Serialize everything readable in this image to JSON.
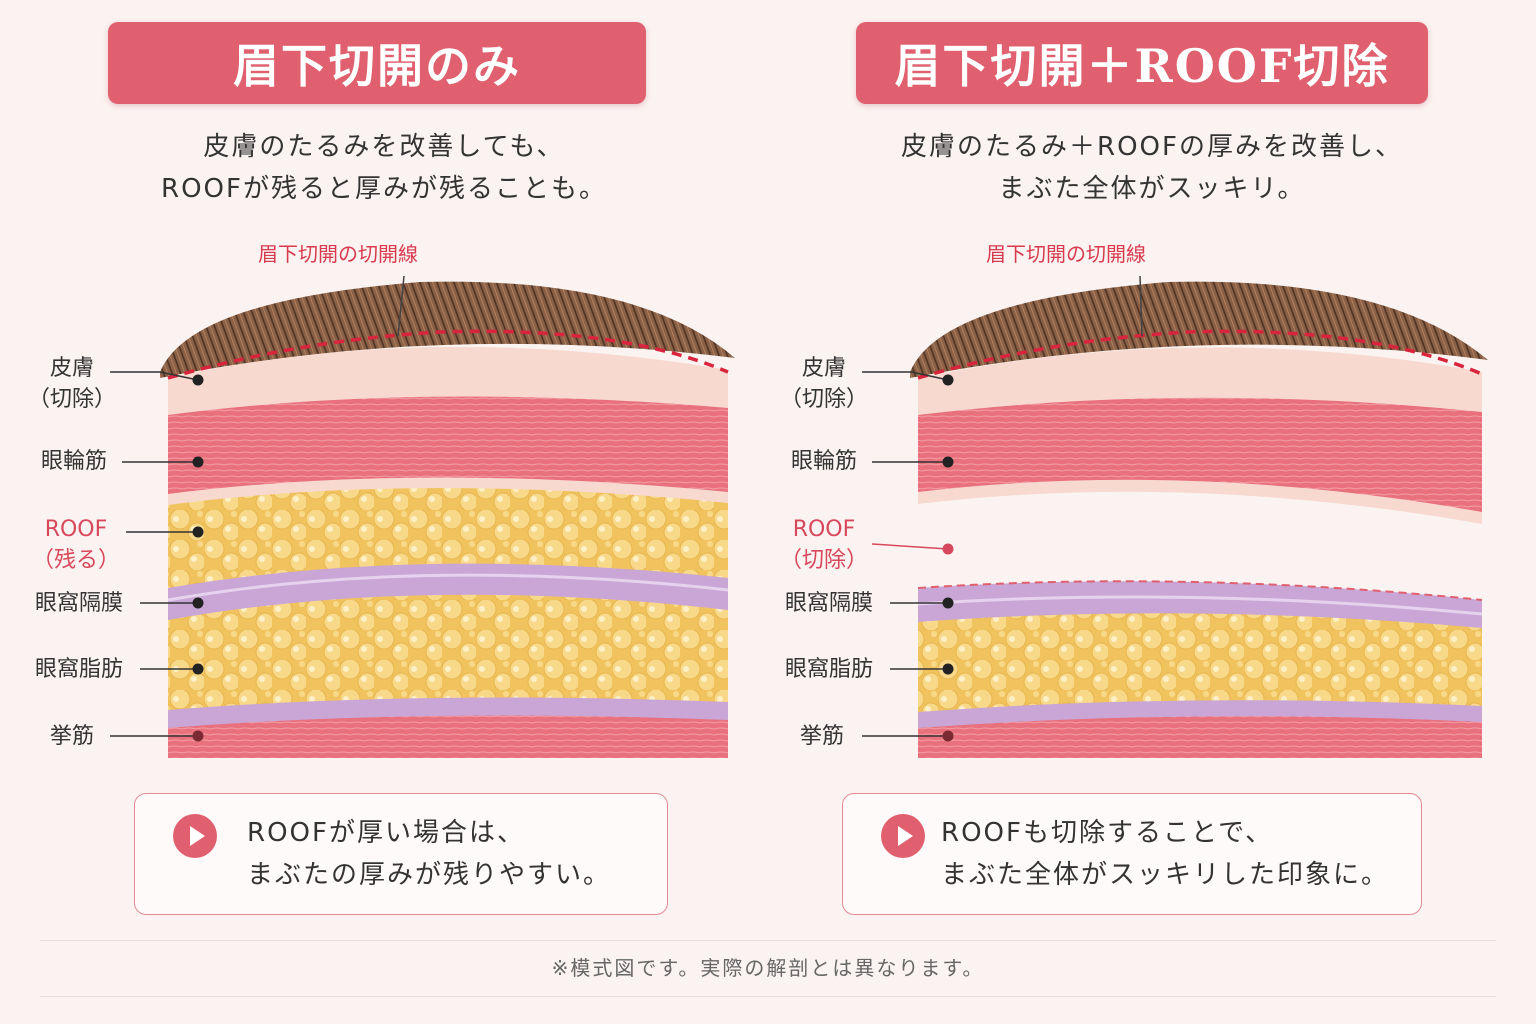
{
  "left": {
    "title": "眉下切開のみ",
    "subtitle_lines": [
      "皮膚のたるみを改善しても、",
      "ROOFが残ると厚みが残ることも。"
    ],
    "incision_label": "眉下切開の切開線",
    "labels": {
      "skin": "皮膚",
      "skin_sub": "（切除）",
      "orbicularis": "眼輪筋",
      "roof": "ROOF",
      "roof_sub": "（残る）",
      "septum": "眼窩隔膜",
      "fat": "眼窩脂肪",
      "levator": "挙筋"
    },
    "note_lines": [
      "ROOFが厚い場合は、",
      "まぶたの厚みが残りやすい。"
    ]
  },
  "right": {
    "title": "眉下切開＋ROOF切除",
    "subtitle_lines": [
      "皮膚のたるみ＋ROOFの厚みを改善し、",
      "まぶた全体がスッキリ。"
    ],
    "incision_label": "眉下切開の切開線",
    "labels": {
      "skin": "皮膚",
      "skin_sub": "（切除）",
      "orbicularis": "眼輪筋",
      "roof": "ROOF",
      "roof_sub": "（切除）",
      "septum": "眼窩隔膜",
      "fat": "眼窩脂肪",
      "levator": "挙筋"
    },
    "note_lines": [
      "ROOFも切除することで、",
      "まぶた全体がスッキリした印象に。"
    ]
  },
  "footnote": "※模式図です。実際の解剖とは異なります。",
  "colors": {
    "accent": "#e0606f",
    "skin": "#f7d9cf",
    "muscle": "#e9707d",
    "fat": "#f6d278",
    "septum": "#c9a6d6",
    "hair": "#6b4a36",
    "incision": "#d8243c"
  }
}
